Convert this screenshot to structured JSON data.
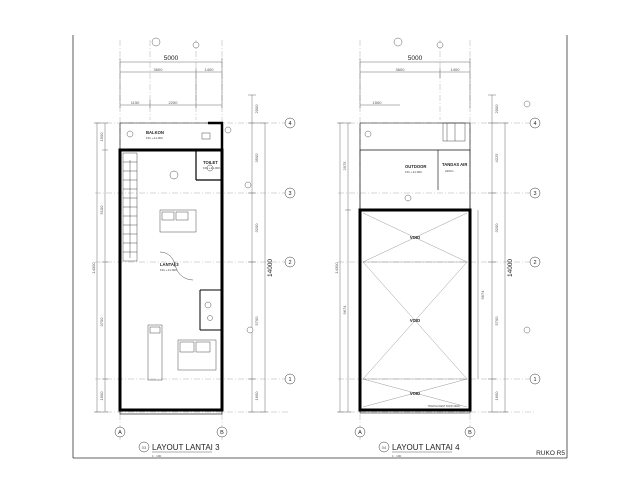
{
  "sheet": {
    "label": "RUKO R5"
  },
  "plans": [
    {
      "title": "LAYOUT LANTAI 3",
      "number": "03",
      "scale": "1 : 100",
      "dims": {
        "top_total": "5000",
        "top_left": "3600",
        "top_right": "1400",
        "upper_left": "1150",
        "upper_mid": "2250",
        "right_segments": [
          "2000",
          "3500",
          "3200",
          "5700",
          "1600"
        ],
        "right_total": "14000",
        "left_segments": [
          "1500",
          "5100",
          "3700",
          "1600"
        ],
        "left_total": "14300"
      },
      "rooms": [
        {
          "name": "BALKON",
          "sub": "FFL +11.000"
        },
        {
          "name": "TOILET",
          "sub": "FFL +11.000"
        },
        {
          "name": "LANTAI 3",
          "sub": "FFL +11.000"
        }
      ],
      "grid_rows": [
        "4",
        "3",
        "2",
        "1"
      ],
      "grid_cols": [
        "A",
        "B"
      ]
    },
    {
      "title": "LAYOUT LANTAI 4",
      "number": "04",
      "scale": "1 : 100",
      "dims": {
        "top_total": "5000",
        "top_left": "3600",
        "top_right": "1400",
        "upper_left": "1500",
        "right_segments": [
          "2000",
          "4225",
          "3200",
          "5700",
          "1600"
        ],
        "right_total": "14000",
        "left_segments": [
          "2975",
          "9674"
        ],
        "left_total": "14300",
        "inner_right": "9674"
      },
      "rooms": [
        {
          "name": "OUTDOOR",
          "sub": "FFL +11.000"
        },
        {
          "name": "TANDAS AIR",
          "sub": "2200 L"
        },
        {
          "name": "VOID",
          "sub": ""
        },
        {
          "name": "VOID",
          "sub": ""
        },
        {
          "name": "VOID",
          "sub": ""
        }
      ],
      "note": "TRANSLUCENT ROOF DECK",
      "grid_rows": [
        "4",
        "3",
        "2",
        "1"
      ],
      "grid_cols": [
        "A",
        "B"
      ]
    }
  ]
}
